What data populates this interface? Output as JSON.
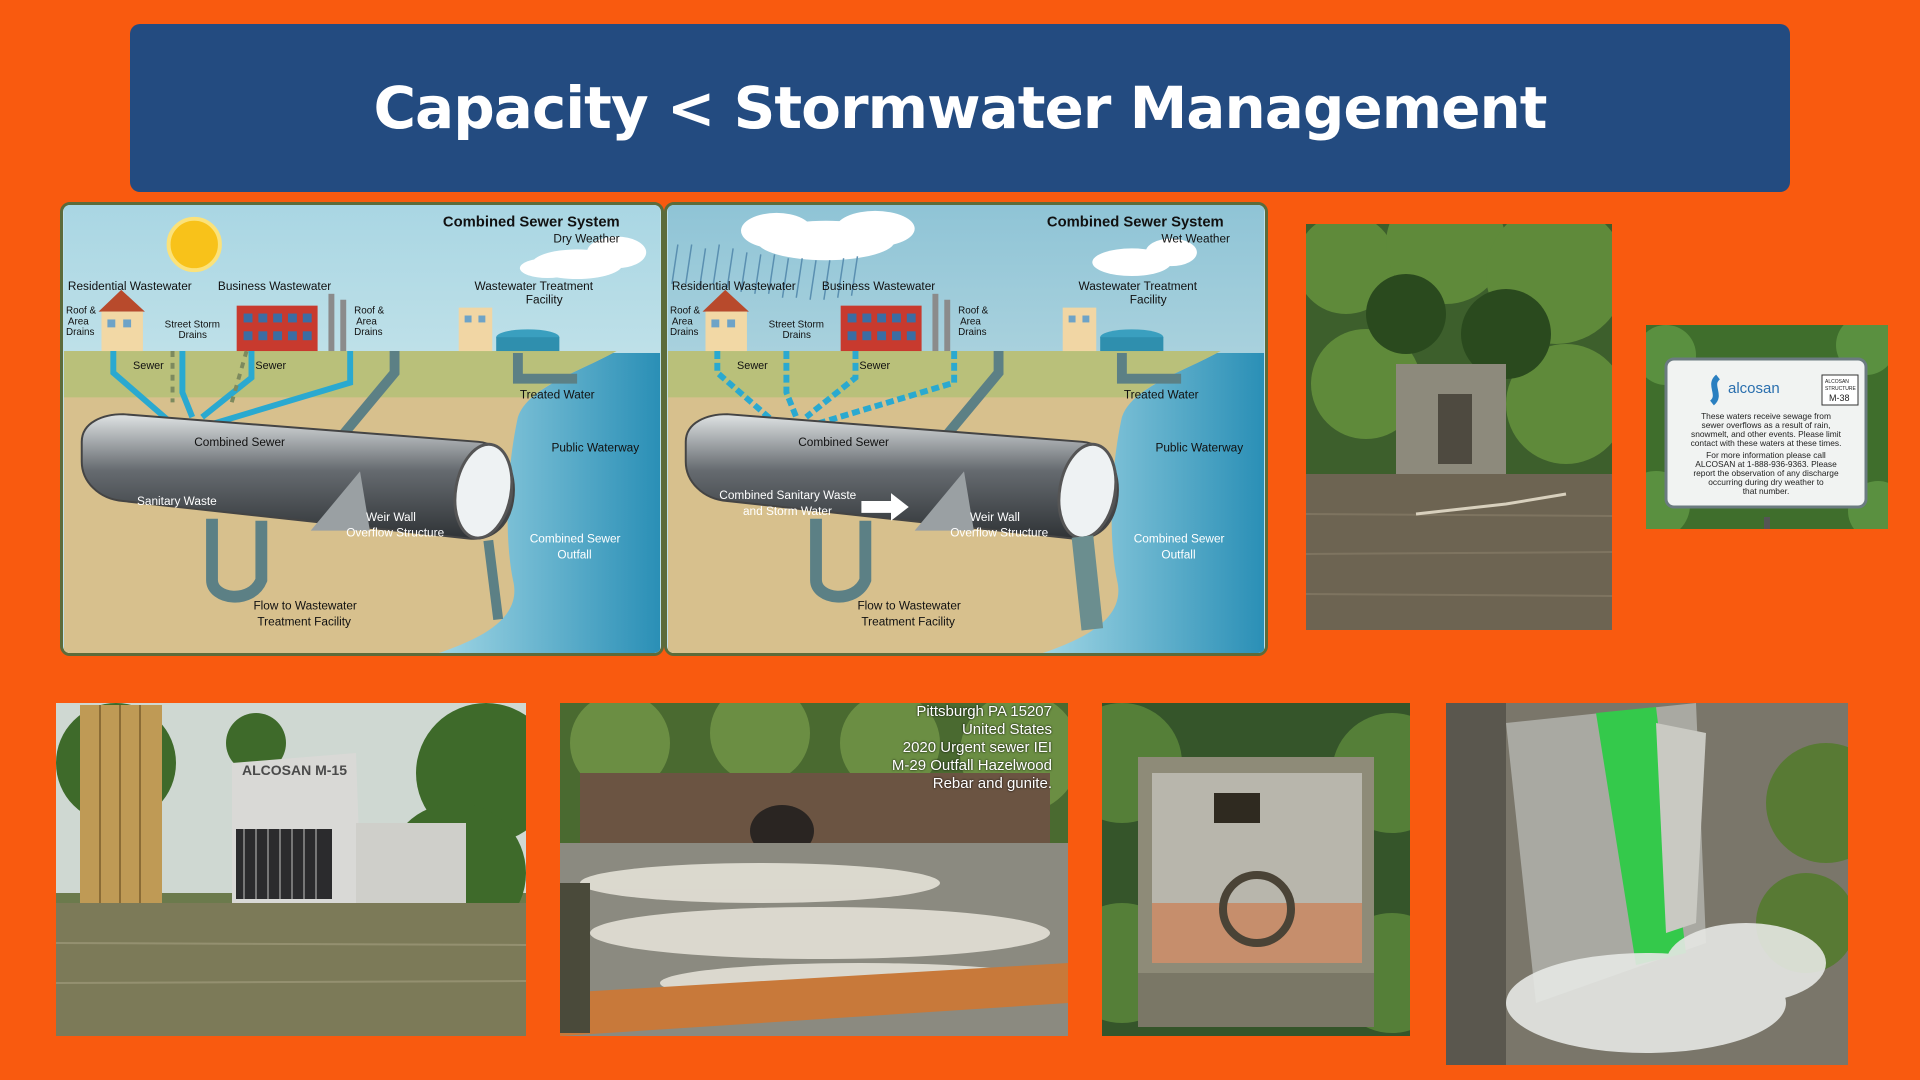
{
  "slide": {
    "title": "Capacity < Stormwater Management"
  },
  "diagram_dry": {
    "heading": "Combined Sewer System",
    "subheading": "Dry Weather",
    "residential": "Residential Wastewater",
    "business": "Business Wastewater",
    "roof_left_1": "Roof &",
    "roof_left_2": "Area",
    "roof_left_3": "Drains",
    "storm_1": "Street Storm",
    "storm_2": "Drains",
    "roof_right_1": "Roof &",
    "roof_right_2": "Area",
    "roof_right_3": "Drains",
    "wwtf_1": "Wastewater Treatment",
    "wwtf_2": "Facility",
    "sewer_1": "Sewer",
    "sewer_2": "Sewer",
    "treated": "Treated Water",
    "combined": "Combined Sewer",
    "waterway": "Public Waterway",
    "waste": "Sanitary Waste",
    "weir_1": "Weir Wall",
    "weir_2": "Overflow Structure",
    "outfall_1": "Combined Sewer",
    "outfall_2": "Outfall",
    "flow_1": "Flow to Wastewater",
    "flow_2": "Treatment Facility"
  },
  "diagram_wet": {
    "heading": "Combined Sewer System",
    "subheading": "Wet Weather",
    "residential": "Residential Wastewater",
    "business": "Business Wastewater",
    "roof_left_1": "Roof &",
    "roof_left_2": "Area",
    "roof_left_3": "Drains",
    "storm_1": "Street Storm",
    "storm_2": "Drains",
    "roof_right_1": "Roof &",
    "roof_right_2": "Area",
    "roof_right_3": "Drains",
    "wwtf_1": "Wastewater Treatment",
    "wwtf_2": "Facility",
    "sewer_1": "Sewer",
    "sewer_2": "Sewer",
    "treated": "Treated Water",
    "combined": "Combined Sewer",
    "waterway": "Public Waterway",
    "waste_1": "Combined Sanitary Waste",
    "waste_2": "and Storm Water",
    "weir_1": "Weir Wall",
    "weir_2": "Overflow Structure",
    "outfall_1": "Combined Sewer",
    "outfall_2": "Outfall",
    "flow_1": "Flow to Wastewater",
    "flow_2": "Treatment Facility"
  },
  "sign": {
    "brand": "alcosan",
    "tag_1": "ALCOSAN",
    "tag_2": "STRUCTURE",
    "tag_3": "M-38",
    "line_1": "These waters receive sewage from",
    "line_2": "sewer overflows as a result of rain,",
    "line_3": "snowmelt, and other events. Please limit",
    "line_4": "contact with these waters at these times.",
    "line_5": "For more information please call",
    "line_6": "ALCOSAN at 1-888-936-9363. Please",
    "line_7": "report the observation of any discharge",
    "line_8": "occurring during dry weather to",
    "line_9": "that number."
  },
  "photo_caption": {
    "line_1": "Pittsburgh PA 15207",
    "line_2": "United States",
    "line_3": "2020 Urgent sewer IEI",
    "line_4": "M-29 Outfall Hazelwood",
    "line_5": "Rebar and gunite."
  },
  "structure_lettering": "ALCOSAN M-15"
}
